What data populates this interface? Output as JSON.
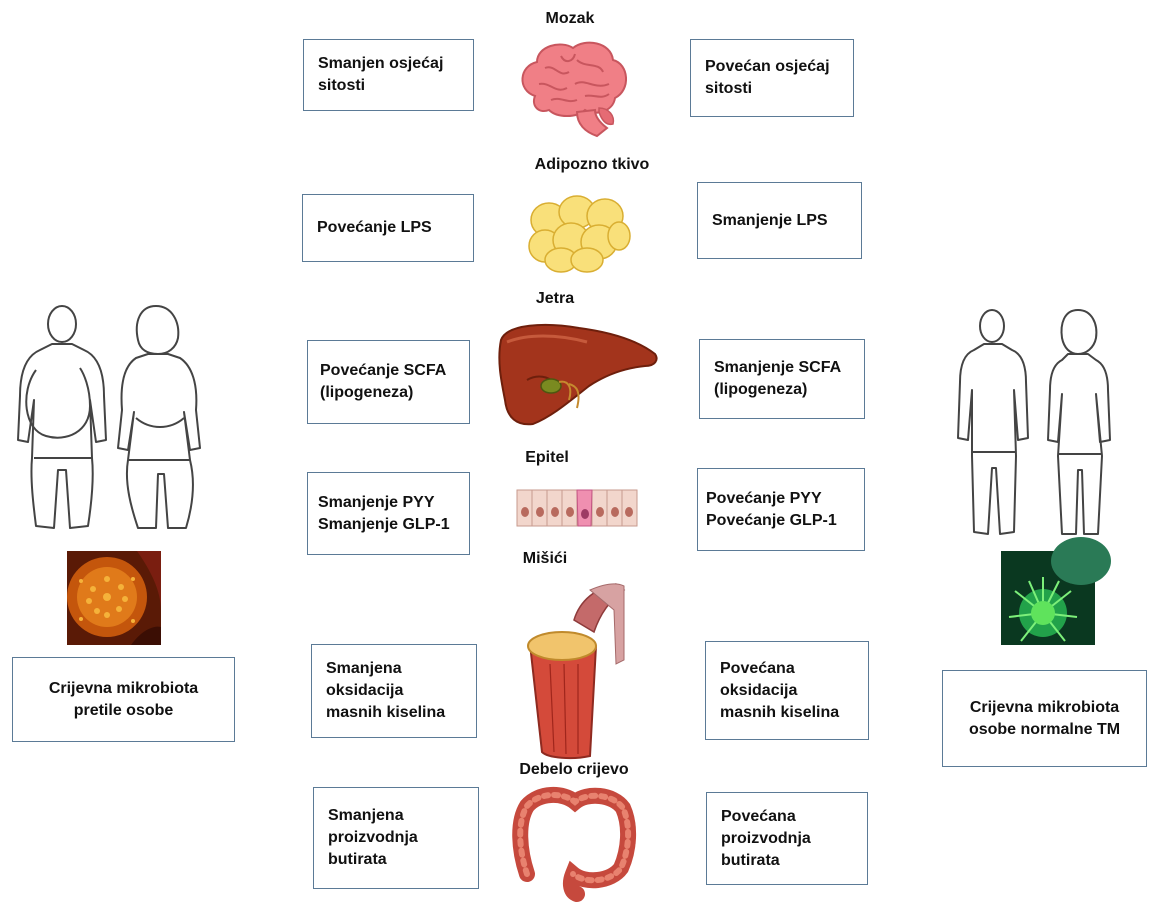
{
  "organs": {
    "brain": {
      "label": "Mozak",
      "left": "Smanjen osjećaj\nsitosti",
      "right": "Povećan osjećaj\nsitosti"
    },
    "adipose": {
      "label": "Adipozno tkivo",
      "left": "Povećanje LPS",
      "right": "Smanjenje LPS"
    },
    "liver": {
      "label": "Jetra",
      "left": "Povećanje SCFA\n(lipogeneza)",
      "right": "Smanjenje SCFA\n(lipogeneza)"
    },
    "epithelium": {
      "label": "Epitel",
      "left": "Smanjenje PYY\nSmanjenje GLP-1",
      "right": "Povećanje PYY\nPovećanje GLP-1"
    },
    "muscle": {
      "label": "Mišići",
      "left": "Smanjena\noksidacija\nmasnih kiselina",
      "right": "Povećana\noksidacija\nmasnih kiselina"
    },
    "colon": {
      "label": "Debelo crijevo",
      "left": "Smanjena\nproizvodnja\nbutirata",
      "right": "Povećana\nproizvodnja\nbutirata"
    }
  },
  "microbiota": {
    "obese": "Crijevna mikrobiota\npretile osobe",
    "normal": "Crijevna mikrobiota\nosobe normalne TM"
  },
  "icons": [
    "obese-people-icon",
    "normal-people-icon",
    "orange-bacteria-icon",
    "green-bacteria-icon",
    "brain-icon",
    "fat-tissue-icon",
    "liver-icon",
    "epithelium-icon",
    "muscle-icon",
    "colon-icon"
  ]
}
